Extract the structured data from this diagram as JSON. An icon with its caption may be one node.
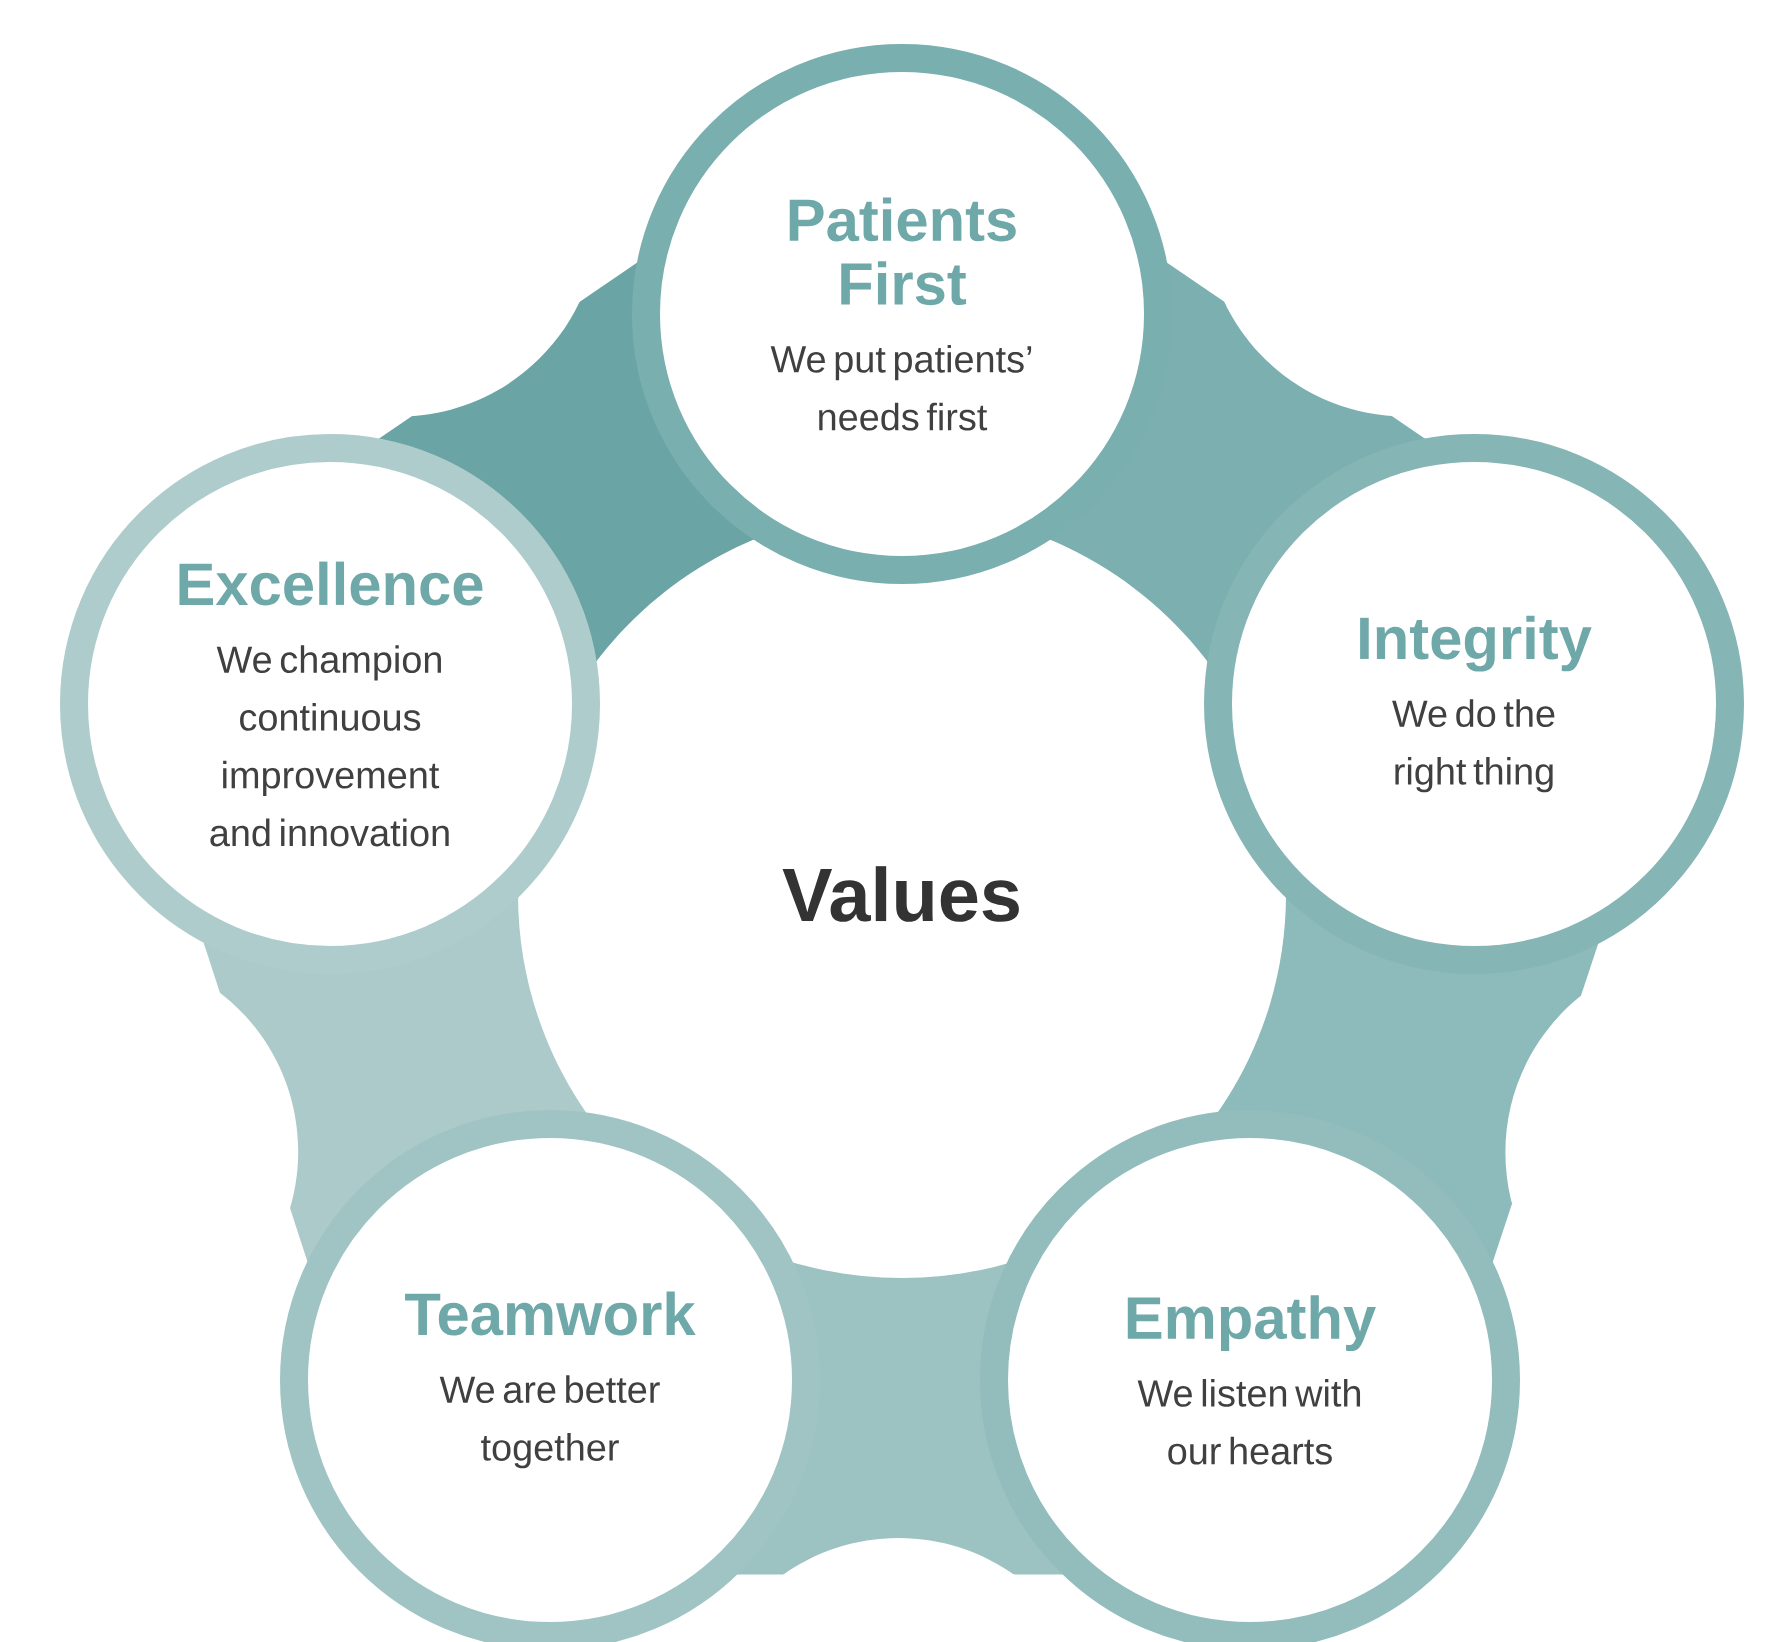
{
  "diagram": {
    "nodes": [
      {
        "text": [
          "Patients First",
          "We put patients’ needs first"
        ]
      },
      {
        "text": [
          "Excellence",
          "We champion continuous improvement and innovation"
        ]
      },
      {
        "text": [
          "Integrity",
          "We do the right thing"
        ]
      },
      {
        "text": [
          "Values"
        ]
      },
      {
        "text": [
          "Teamwork",
          "We are better together"
        ]
      },
      {
        "text": [
          "Empathy",
          "We listen with our hearts"
        ]
      }
    ]
  }
}
